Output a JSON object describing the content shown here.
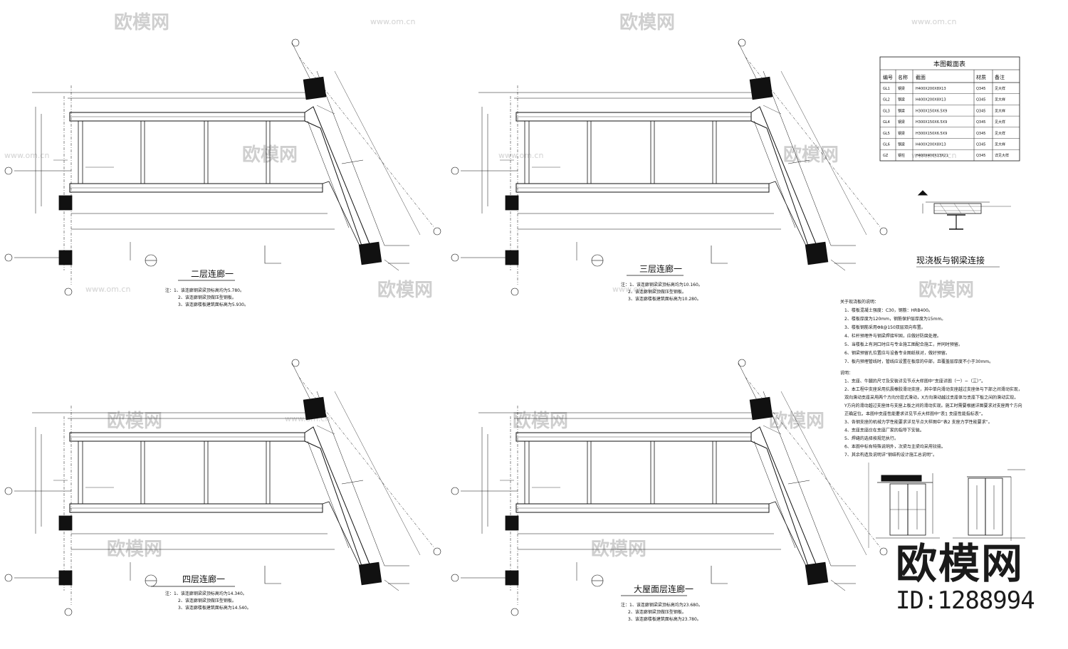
{
  "plans": [
    {
      "title": "二层连廊一",
      "notes": [
        "注：1、该连廊钢梁梁顶标高均为5.780。",
        "2、该连廊钢梁顶做压型钢板。",
        "3、该连廊楼板建筑面标高为5.930。"
      ]
    },
    {
      "title": "三层连廊一",
      "notes": [
        "注：1、该连廊钢梁梁顶标高均为10.160。",
        "2、该连廊钢梁顶做压型钢板。",
        "3、该连廊楼板建筑面标高为10.280。"
      ]
    },
    {
      "title": "四层连廊一",
      "notes": [
        "注：1、该连廊钢梁梁顶标高均为14.340。",
        "2、该连廊钢梁顶做压型钢板。",
        "3、该连廊楼板建筑面标高为14.540。"
      ]
    },
    {
      "title": "大屋面层连廊一",
      "notes": [
        "注：1、该连廊钢梁梁顶标高均为23.680。",
        "2、该连廊钢梁顶做压型钢板。",
        "3、该连廊楼板建筑面标高为23.780。"
      ]
    }
  ],
  "section_table": {
    "title": "本图截面表",
    "headers": [
      "编号",
      "名称",
      "截面",
      "材质",
      "备注"
    ],
    "rows": [
      [
        "GL1",
        "钢梁",
        "H400X200X8X13",
        "Q345",
        "见大样"
      ],
      [
        "GL2",
        "钢梁",
        "H400X200X8X13",
        "Q345",
        "见大样"
      ],
      [
        "GL3",
        "钢梁",
        "H300X150X6.5X9",
        "Q345",
        "见大样"
      ],
      [
        "GL4",
        "钢梁",
        "H300X150X6.5X9",
        "Q345",
        "见大样"
      ],
      [
        "GL5",
        "钢梁",
        "H300X150X6.5X9",
        "Q345",
        "见大样"
      ],
      [
        "GL6",
        "钢梁",
        "H400X200X8X13",
        "Q345",
        "见大样"
      ],
      [
        "GZ",
        "钢柱",
        "H400X400X13X21",
        "Q345",
        "详见大样"
      ]
    ]
  },
  "detail_title": "现浇板与钢梁连接",
  "slab_notes": [
    "关于现浇板的说明：",
    "1、楼板混凝土强度：C30，钢筋：HRB400。",
    "2、楼板厚度为120mm，钢筋保护层厚度为15mm。",
    "3、楼板钢筋采用Φ8@150双层双向布置。",
    "4、栏杆预埋件与钢梁焊接牢固，应做好防腐处理。",
    "5、当楼板上有洞口时应与专业施工图配合施工，并同时预留。",
    "6、钢梁预留孔位置应与设备专业图纸核对，做好预留。",
    "7、板内预埋管线时，管线应设置在板厚的中部，且覆盖层厚度不小于30mm。"
  ],
  "general_notes": [
    "说明：",
    "1、支座、牛腿的尺寸及安装详见节点大样图中“支座详图（一）~（三）”。",
    "2、本工程中支座采用抗震橡胶滑动支座，其中单向滑动支座越过支座体与下部之间滑动实现，",
    "双向滑动支座采用两个方向分层式滑动，X方向滑动越过支座体与支座下板之间的滑动实现，",
    "Y方向的滑动越过支座体与支座上板之间的滑动实现。施工时需要根据详图要求对支座两个方向",
    "正确定位。本图中支座性能要求详见节点大样图中“表1 支座性能指标表”。",
    "3、各钢支座的机械力学性能要求详见节点大样图中“表2 支座力学性能要求”。",
    "4、支座支座应在支座厂家的指导下安装。",
    "5、焊缝的选择按规范执行。",
    "6、本图中标有特殊说明外，次梁与主梁均采用铰接。",
    "7、其余构造及说明详“钢结构设计施工总说明”。"
  ],
  "watermarks": {
    "brand": "欧模网",
    "site": "www.om.cn"
  },
  "logo": {
    "brand": "欧模网",
    "id": "ID:1288994"
  }
}
